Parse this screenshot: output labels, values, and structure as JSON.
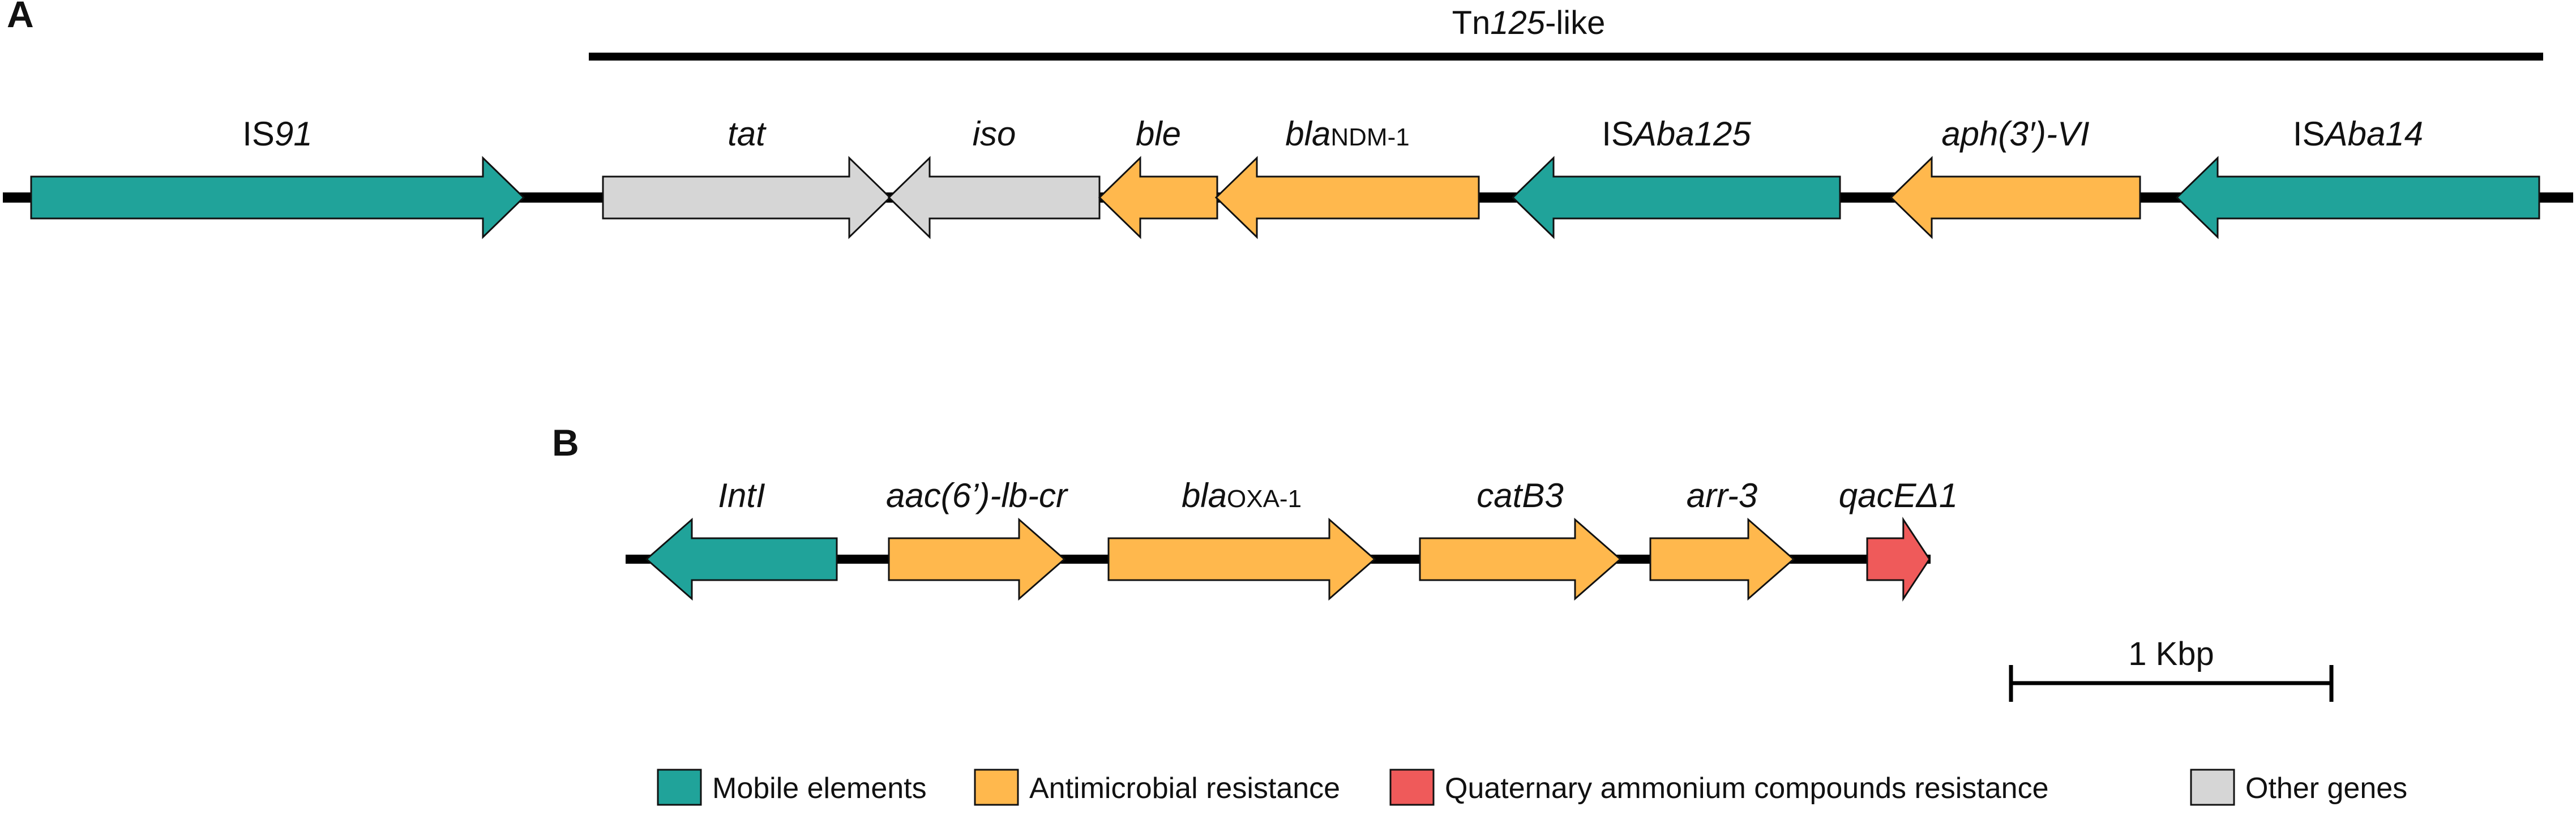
{
  "colors": {
    "mobile": "#20A39A",
    "amr": "#FFB84D",
    "qac": "#EF5A5A",
    "other": "#D6D6D6",
    "stroke": "#111111",
    "line": "#000000"
  },
  "panel_a": {
    "label": "A",
    "bracket": {
      "prefix": "Tn",
      "italic": "125",
      "suffix": "-like"
    },
    "genes": [
      {
        "id": "is91",
        "type": "mobile",
        "dir": "right",
        "parts": [
          {
            "t": "IS",
            "i": false
          },
          {
            "t": "91",
            "i": true
          }
        ]
      },
      {
        "id": "tat",
        "type": "other",
        "dir": "right",
        "parts": [
          {
            "t": "tat",
            "i": true
          }
        ]
      },
      {
        "id": "iso",
        "type": "other",
        "dir": "left",
        "parts": [
          {
            "t": "iso",
            "i": true
          }
        ]
      },
      {
        "id": "ble",
        "type": "amr",
        "dir": "left",
        "parts": [
          {
            "t": "ble",
            "i": true
          }
        ]
      },
      {
        "id": "blandm1",
        "type": "amr",
        "dir": "left",
        "parts": [
          {
            "t": "bla",
            "i": true
          },
          {
            "t": "NDM-1",
            "i": false,
            "small": true
          }
        ]
      },
      {
        "id": "isaba125",
        "type": "mobile",
        "dir": "left",
        "parts": [
          {
            "t": "IS",
            "i": false
          },
          {
            "t": "Aba125",
            "i": true
          }
        ]
      },
      {
        "id": "aph3vi",
        "type": "amr",
        "dir": "left",
        "parts": [
          {
            "t": "aph(3′)-VI",
            "i": true
          }
        ]
      },
      {
        "id": "isaba14",
        "type": "mobile",
        "dir": "left",
        "parts": [
          {
            "t": "IS",
            "i": false
          },
          {
            "t": "Aba14",
            "i": true
          }
        ]
      }
    ]
  },
  "panel_b": {
    "label": "B",
    "genes": [
      {
        "id": "intl",
        "type": "mobile",
        "dir": "left",
        "parts": [
          {
            "t": "IntI",
            "i": true
          }
        ]
      },
      {
        "id": "aac6",
        "type": "amr",
        "dir": "right",
        "parts": [
          {
            "t": "aac(6’)-lb-cr",
            "i": true
          }
        ]
      },
      {
        "id": "blaoxa1",
        "type": "amr",
        "dir": "right",
        "parts": [
          {
            "t": "bla",
            "i": true
          },
          {
            "t": "OXA-1",
            "i": false,
            "small": true
          }
        ]
      },
      {
        "id": "catb3",
        "type": "amr",
        "dir": "right",
        "parts": [
          {
            "t": "catB3",
            "i": true
          }
        ]
      },
      {
        "id": "arr3",
        "type": "amr",
        "dir": "right",
        "parts": [
          {
            "t": "arr-3",
            "i": true
          }
        ]
      },
      {
        "id": "qace",
        "type": "qac",
        "dir": "right",
        "parts": [
          {
            "t": "qacEΔ1",
            "i": true
          }
        ]
      }
    ]
  },
  "scale_bar": {
    "label": "1 Kbp"
  },
  "legend": [
    {
      "type": "mobile",
      "label": "Mobile elements"
    },
    {
      "type": "amr",
      "label": "Antimicrobial resistance"
    },
    {
      "type": "qac",
      "label": "Quaternary ammonium compounds resistance"
    },
    {
      "type": "other",
      "label": "Other genes"
    }
  ]
}
